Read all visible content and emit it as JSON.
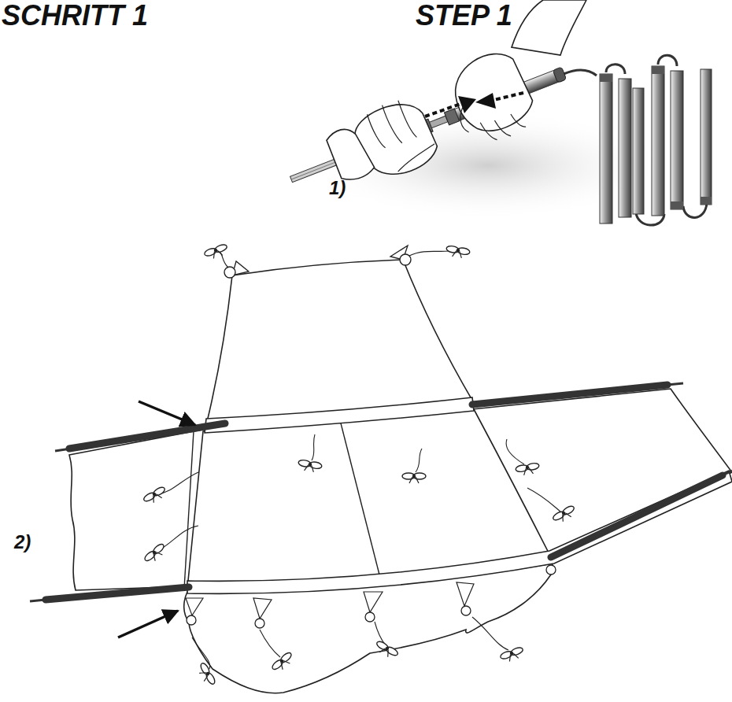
{
  "diagram": {
    "labels": [
      "SCHRITT 1",
      "STEP 1",
      "1)",
      "2)"
    ]
  }
}
